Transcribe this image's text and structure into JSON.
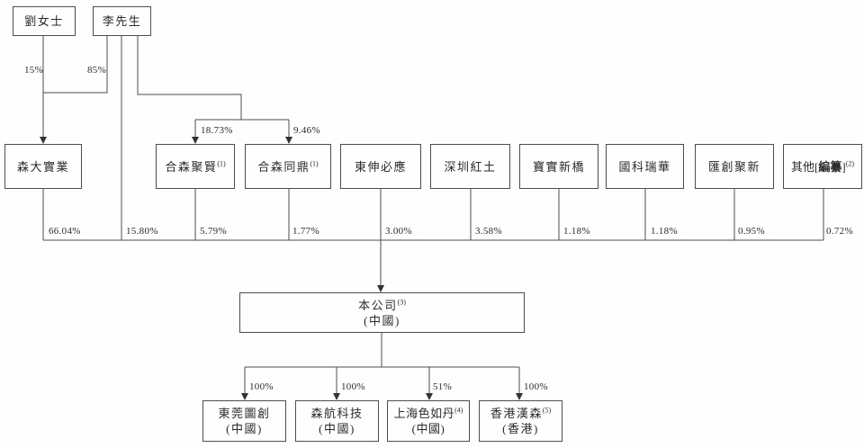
{
  "diagram_title": "shareholding-structure",
  "nodes": {
    "liu": {
      "label": "劉女士"
    },
    "li": {
      "label": "李先生"
    },
    "sanda": {
      "label": "森大實業"
    },
    "juxian": {
      "label": "合森聚賢",
      "sup": "(1)"
    },
    "tongding": {
      "label": "合森同鼎",
      "sup": "(1)"
    },
    "dongshen": {
      "label": "東伸必應"
    },
    "hongtu": {
      "label": "深圳紅土"
    },
    "baoshi": {
      "label": "寶實新橋"
    },
    "guoke": {
      "label": "國科瑞華"
    },
    "huichuang": {
      "label": "匯創聚新"
    },
    "others": {
      "prefix": "其他[",
      "bold": "編纂",
      "suffix": "]",
      "sup": "(2)"
    },
    "company": {
      "label": "本公司",
      "sup": "(3)",
      "region": "(中國)"
    },
    "tuchuang": {
      "label": "東莞圖創",
      "region": "(中國)"
    },
    "senhang": {
      "label": "森航科技",
      "region": "(中國)"
    },
    "serudan": {
      "label": "上海色如丹",
      "sup": "(4)",
      "region": "(中國)"
    },
    "hansen": {
      "label": "香港漢森",
      "sup": "(5)",
      "region": "(香港)"
    }
  },
  "ownership": {
    "liu_to_sanda": "15%",
    "li_to_sanda": "85%",
    "li_to_juxian": "18.73%",
    "li_to_tongding": "9.46%",
    "sanda_to_company": "66.04%",
    "li_to_company": "15.80%",
    "juxian_to_company": "5.79%",
    "tongding_to_company": "1.77%",
    "dongshen_to_company": "3.00%",
    "hongtu_to_company": "3.58%",
    "baoshi_to_company": "1.18%",
    "guoke_to_company": "1.18%",
    "huichuang_to_company": "0.95%",
    "others_to_company": "0.72%",
    "company_to_tuchuang": "100%",
    "company_to_senhang": "100%",
    "company_to_serudan": "51%",
    "company_to_hansen": "100%"
  },
  "colors": {
    "line": "#4d4d4d",
    "text": "#2b2b2b",
    "background": "#fefefe"
  }
}
